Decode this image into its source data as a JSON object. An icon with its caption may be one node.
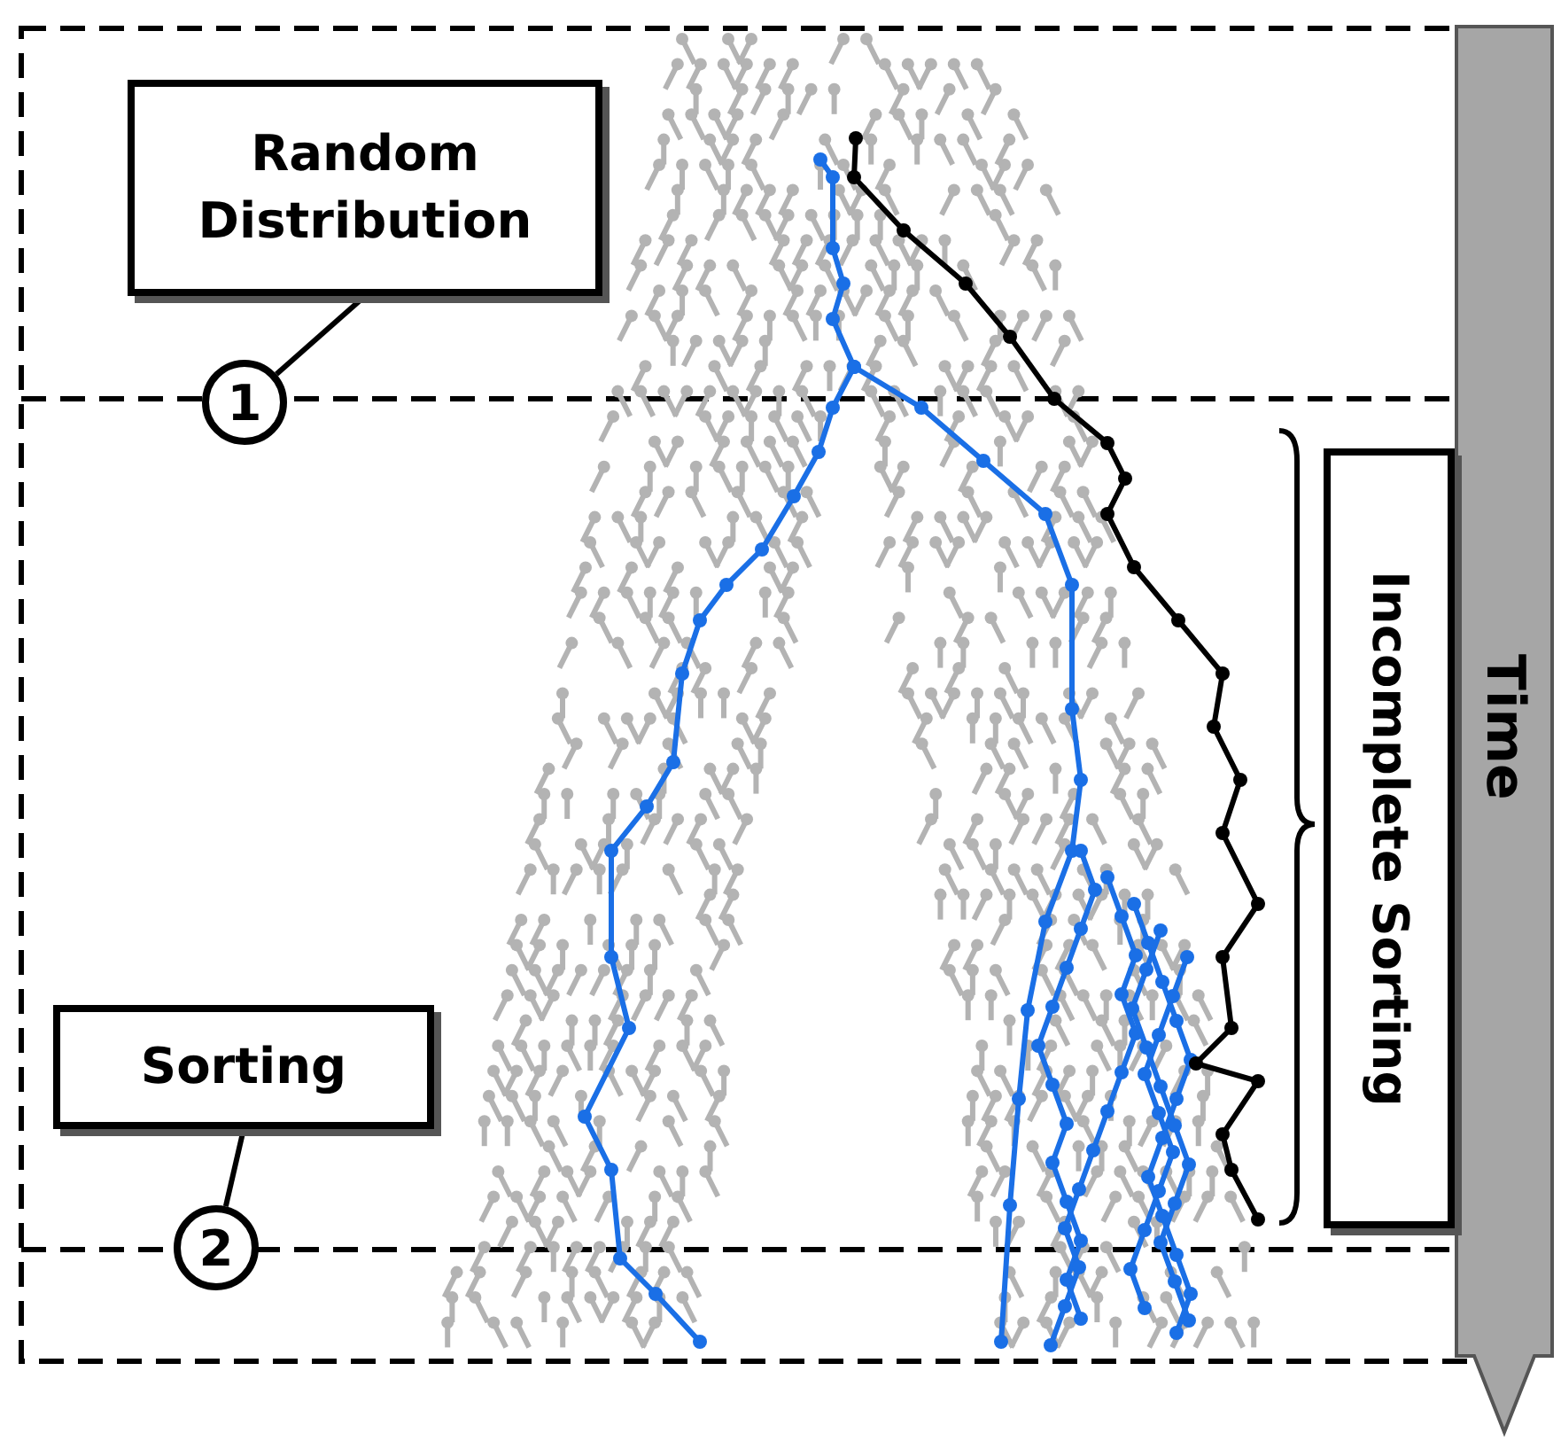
{
  "diagram": {
    "nodes": [
      {
        "text": [
          "Random Distribution"
        ]
      },
      {
        "text": [
          "1"
        ]
      },
      {
        "text": [
          "Sorting"
        ]
      },
      {
        "text": [
          "2"
        ]
      },
      {
        "text": [
          "Incomplete Sorting"
        ]
      },
      {
        "text": [
          "Time"
        ]
      }
    ],
    "edges": [
      {
        "from": 0,
        "to": 1,
        "arrow": "none"
      },
      {
        "from": 2,
        "to": 3,
        "arrow": "none"
      }
    ]
  }
}
